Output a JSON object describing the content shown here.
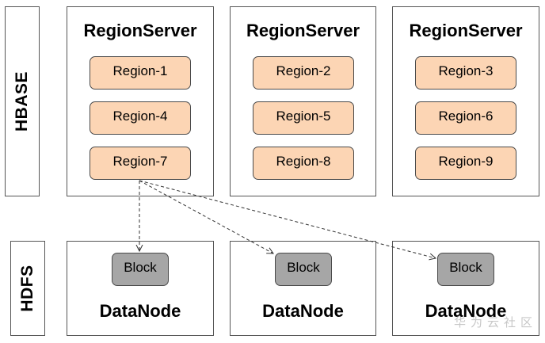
{
  "hbase": {
    "label": "HBASE"
  },
  "hdfs": {
    "label": "HDFS"
  },
  "region_servers": [
    {
      "title": "RegionServer",
      "regions": [
        "Region-1",
        "Region-4",
        "Region-7"
      ]
    },
    {
      "title": "RegionServer",
      "regions": [
        "Region-2",
        "Region-5",
        "Region-8"
      ]
    },
    {
      "title": "RegionServer",
      "regions": [
        "Region-3",
        "Region-6",
        "Region-9"
      ]
    }
  ],
  "data_nodes": [
    {
      "title": "DataNode",
      "block": "Block"
    },
    {
      "title": "DataNode",
      "block": "Block"
    },
    {
      "title": "DataNode",
      "block": "Block"
    }
  ],
  "colors": {
    "region_fill": "#fcd5b4",
    "block_fill": "#a6a6a6",
    "border": "#555555"
  },
  "watermark": "华为云社区"
}
